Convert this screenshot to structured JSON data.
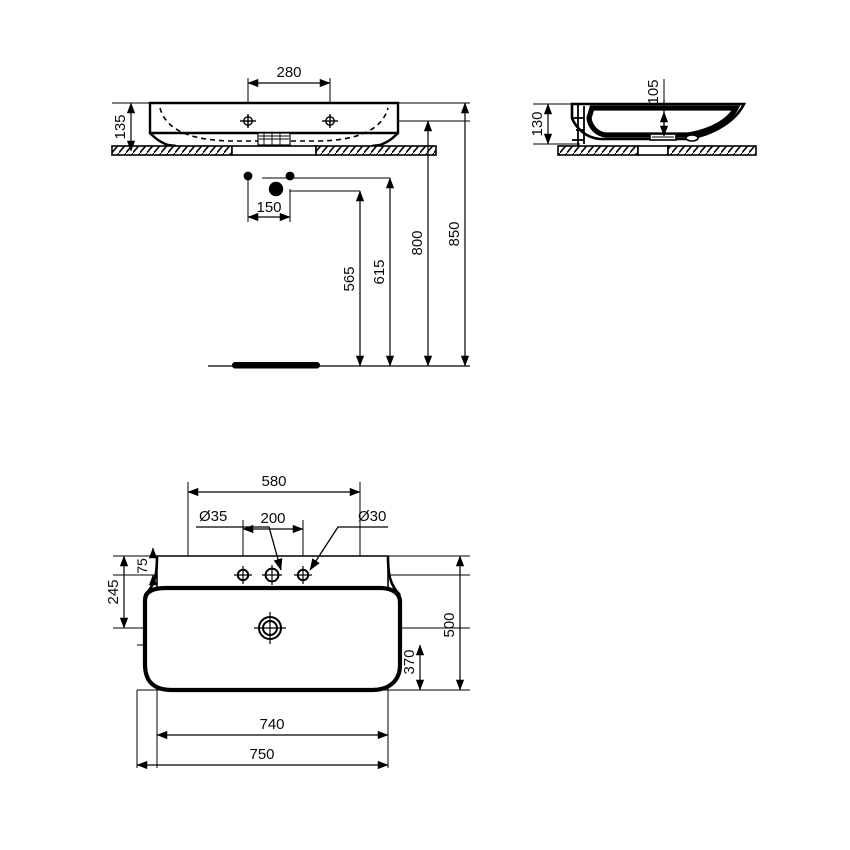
{
  "drawing": {
    "type": "technical-drawing",
    "subject": "countertop washbasin",
    "sheet_size": [
      850,
      850
    ],
    "units": "mm",
    "line_color": "#000000",
    "background_color": "#ffffff"
  },
  "views": {
    "front_elevation": {
      "name": "front elevation",
      "dimensions": {
        "tap_hole_spread": "280",
        "basin_height": "135",
        "waste_offset": "150",
        "waste_height": "565",
        "supply_height": "615",
        "counter_height": "800",
        "rim_height": "850"
      }
    },
    "side_elevation": {
      "name": "side elevation",
      "dimensions": {
        "basin_height": "130",
        "bowl_depth": "105"
      }
    },
    "plan": {
      "name": "plan view",
      "dimensions": {
        "tap_zone_width": "580",
        "tap_hole_spacing": "200",
        "back_edge_to_holes": "75",
        "back_edge_to_bowl": "245",
        "bowl_depth_dim": "370",
        "overall_depth": "500",
        "bowl_width": "740",
        "overall_width": "750"
      },
      "hole_callouts": {
        "center_hole": "Ø35",
        "side_hole": "Ø30"
      }
    }
  },
  "labels": {
    "d280": "280",
    "d135": "135",
    "d150": "150",
    "d565": "565",
    "d615": "615",
    "d800": "800",
    "d850": "850",
    "d130": "130",
    "d105": "105",
    "d580": "580",
    "d200": "200",
    "d75": "75",
    "d245": "245",
    "d370": "370",
    "d500": "500",
    "d740": "740",
    "d750": "750",
    "dia35": "Ø35",
    "dia30": "Ø30"
  }
}
